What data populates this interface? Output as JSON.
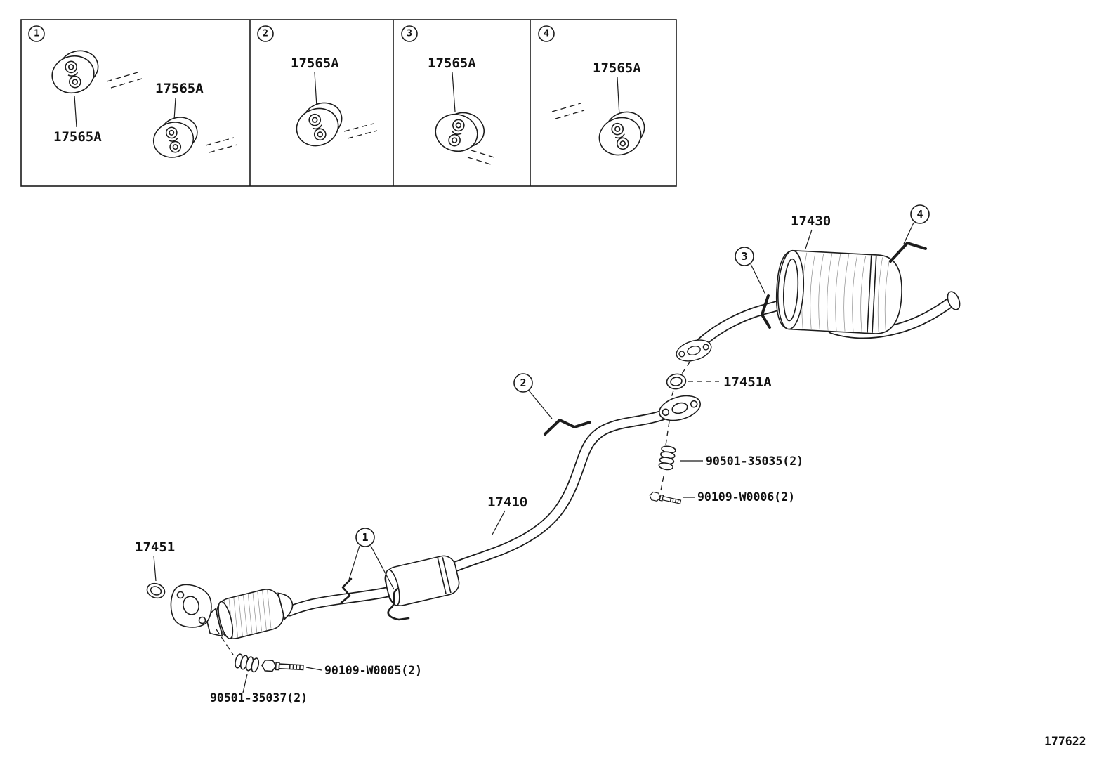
{
  "meta": {
    "diagram_number": "177622"
  },
  "panel": {
    "cells": [
      {
        "num": "1",
        "labels": [
          "17565A",
          "17565A"
        ]
      },
      {
        "num": "2",
        "labels": [
          "17565A"
        ]
      },
      {
        "num": "3",
        "labels": [
          "17565A"
        ]
      },
      {
        "num": "4",
        "labels": [
          "17565A"
        ]
      }
    ]
  },
  "diagram": {
    "callouts": {
      "one": "1",
      "two": "2",
      "three": "3",
      "four": "4"
    },
    "parts": {
      "muffler": "17430",
      "rear_gasket": "17451A",
      "rear_spring": "90501-35035(2)",
      "rear_bolt": "90109-W0006(2)",
      "center_pipe": "17410",
      "front_gasket": "17451",
      "front_bolt": "90109-W0005(2)",
      "front_spring": "90501-35037(2)"
    }
  }
}
